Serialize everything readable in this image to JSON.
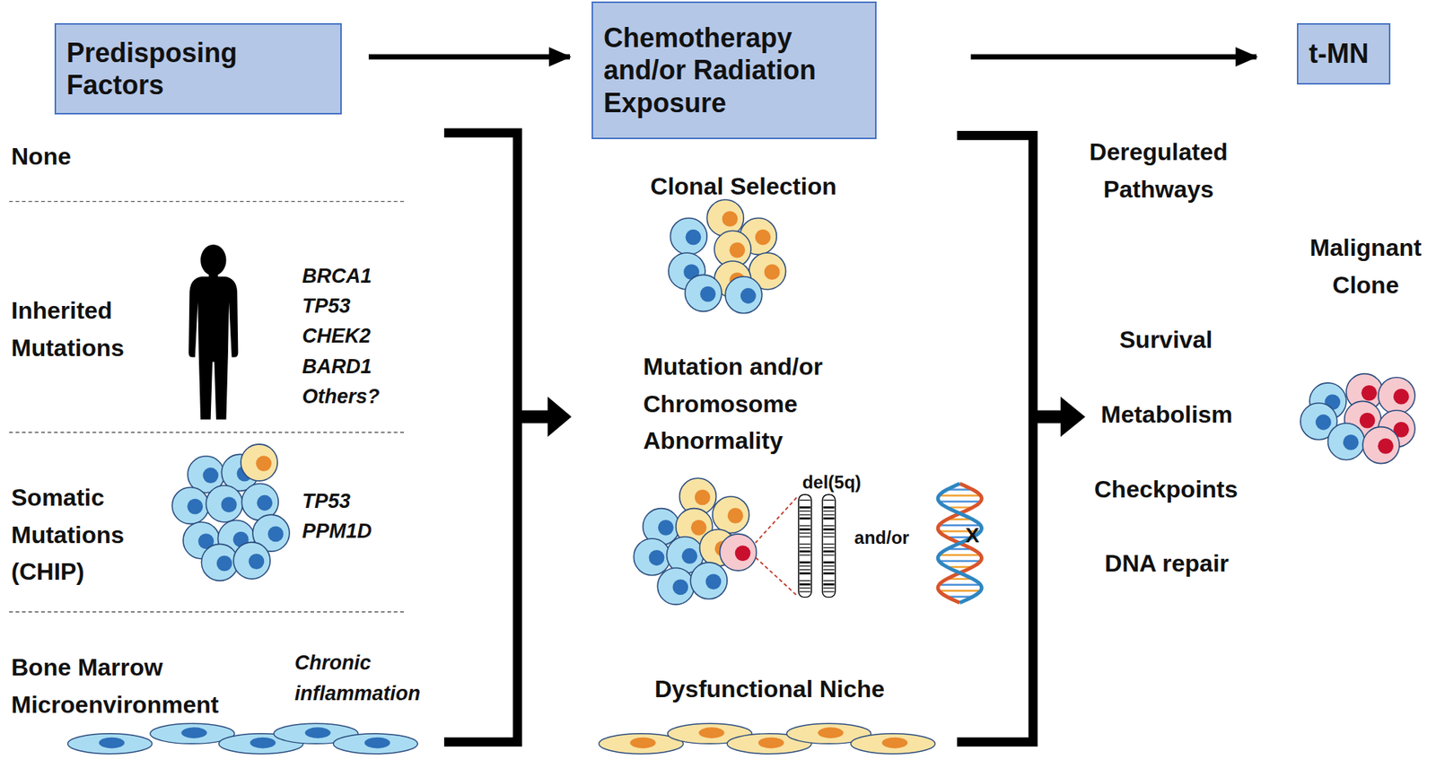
{
  "diagram": {
    "nodes": [
      {
        "text": [
          "Predisposing Factors"
        ]
      },
      {
        "text": [
          "Chemotherapy and/or Radiation Exposure"
        ]
      },
      {
        "text": [
          "t-MN"
        ]
      }
    ],
    "edges": [
      {
        "from": 0,
        "to": 1,
        "arrow": "to"
      },
      {
        "from": 1,
        "to": 2,
        "arrow": "to"
      }
    ],
    "labels": [
      "None",
      "Inherited Mutations",
      "BRCA1",
      "TP53",
      "CHEK2",
      "BARD1",
      "Others?",
      "Somatic Mutations (CHIP)",
      "TP53",
      "PPM1D",
      "Bone Marrow Microenvironment",
      "Chronic inflammation",
      "Clonal Selection",
      "Mutation and/or Chromosome Abnormality",
      "del(5q)",
      "and/or",
      "X",
      "Dysfunctional Niche",
      "Deregulated Pathways",
      "Malignant Clone",
      "Survival",
      "Metabolism",
      "Checkpoints",
      "DNA repair"
    ]
  }
}
